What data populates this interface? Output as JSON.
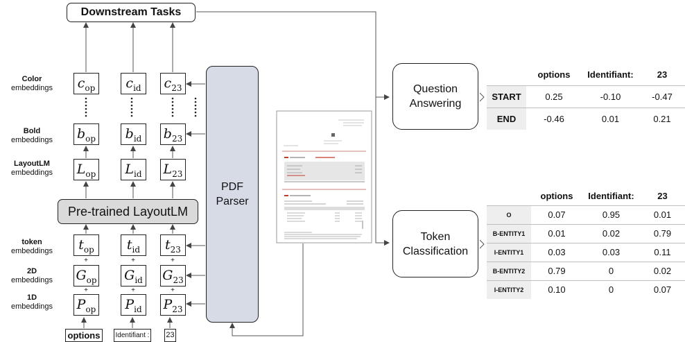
{
  "downstream_tasks": "Downstream Tasks",
  "pre_trained": "Pre-trained LayoutLM",
  "parser": {
    "line1": "PDF",
    "line2": "Parser"
  },
  "qa_box": {
    "line1": "Question",
    "line2": "Answering"
  },
  "tc_box": {
    "line1": "Token",
    "line2": "Classification"
  },
  "row_labels": {
    "color": {
      "name": "Color",
      "sub": "embeddings"
    },
    "bold": {
      "name": "Bold",
      "sub": "embeddings"
    },
    "layoutlm": {
      "name": "LayoutLM",
      "sub": "embeddings"
    },
    "token": {
      "name": "token",
      "sub": "embeddings"
    },
    "twod": {
      "name": "2D",
      "sub": "embeddings"
    },
    "oned": {
      "name": "1D",
      "sub": "embeddings"
    }
  },
  "embeddings": {
    "c": "c",
    "b": "b",
    "L": "L",
    "t": "t",
    "G": "G",
    "P": "P",
    "sub_op": "op",
    "sub_id": "id",
    "sub_23": "23"
  },
  "plus_sign": "+",
  "tokens": [
    "options",
    "Identifiant :",
    "23"
  ],
  "qa_table": {
    "columns": [
      "options",
      "Identifiant:",
      "23"
    ],
    "rows": [
      {
        "label": "START",
        "values": [
          "0.25",
          "-0.10",
          "-0.47"
        ]
      },
      {
        "label": "END",
        "values": [
          "-0.46",
          "0.01",
          "0.21"
        ]
      }
    ]
  },
  "tc_table": {
    "columns": [
      "options",
      "Identifiant:",
      "23"
    ],
    "rows": [
      {
        "label": "O",
        "values": [
          "0.07",
          "0.95",
          "0.01"
        ]
      },
      {
        "label": "B-ENTITY1",
        "values": [
          "0.01",
          "0.02",
          "0.79"
        ]
      },
      {
        "label": "I-ENTITY1",
        "values": [
          "0.03",
          "0.03",
          "0.11"
        ]
      },
      {
        "label": "B-ENTITY2",
        "values": [
          "0.79",
          "0",
          "0.02"
        ]
      },
      {
        "label": "I-ENTITY2",
        "values": [
          "0.10",
          "0",
          "0.07"
        ]
      }
    ]
  },
  "colors": {
    "parser_fill": "#d6dbe6",
    "pretrained_fill": "#dadada",
    "label_cell": "#eeeeee",
    "invoice_red": "#c0392b"
  }
}
